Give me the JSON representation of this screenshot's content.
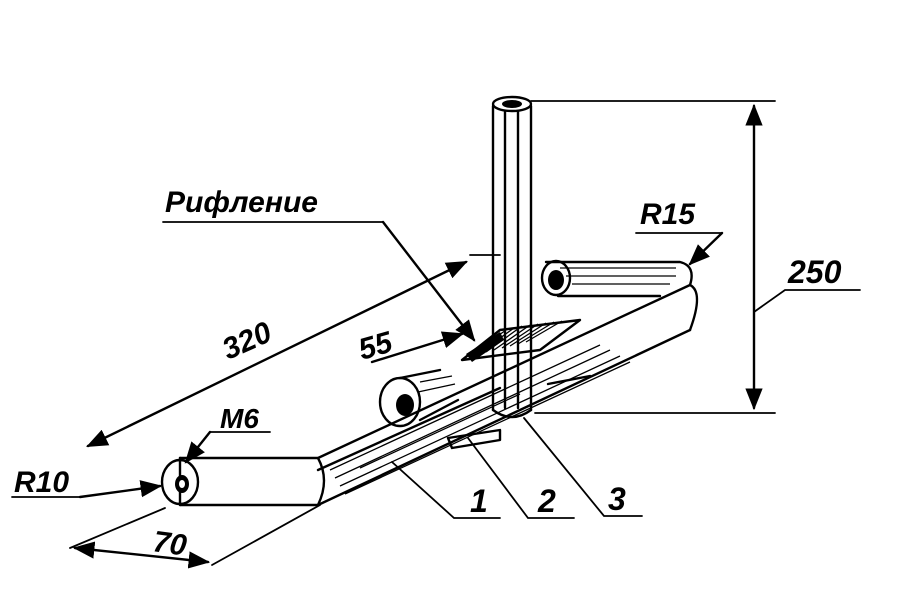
{
  "labels": {
    "riflenie": "Рифление",
    "r15": "R15",
    "dim_250": "250",
    "dim_320": "320",
    "dim_55": "55",
    "m6": "M6",
    "r10": "R10",
    "dim_70": "70",
    "part_1": "1",
    "part_2": "2",
    "part_3": "3"
  }
}
